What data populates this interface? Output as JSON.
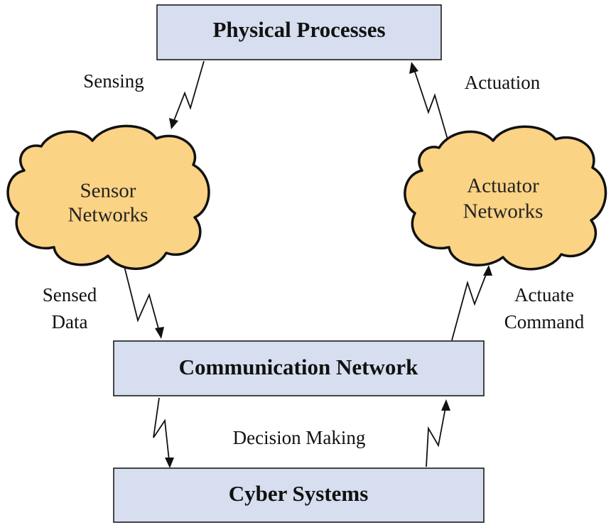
{
  "nodes": {
    "physical": {
      "label": "Physical Processes"
    },
    "sensor": {
      "lines": [
        "Sensor",
        "Networks"
      ]
    },
    "actuator": {
      "lines": [
        "Actuator",
        "Networks"
      ]
    },
    "communication": {
      "label": "Communication Network"
    },
    "cyber": {
      "label": "Cyber Systems"
    }
  },
  "edges": {
    "sensing": {
      "lines": [
        "Sensing"
      ]
    },
    "actuation": {
      "lines": [
        "Actuation"
      ]
    },
    "sensed_data": {
      "lines": [
        "Sensed",
        "Data"
      ]
    },
    "actuate_command": {
      "lines": [
        "Actuate",
        "Command"
      ]
    },
    "decision_making": {
      "lines": [
        "Decision Making"
      ]
    }
  },
  "colors": {
    "box_fill": "#d6deef",
    "cloud_fill": "#fbd384",
    "stroke": "#111111"
  }
}
